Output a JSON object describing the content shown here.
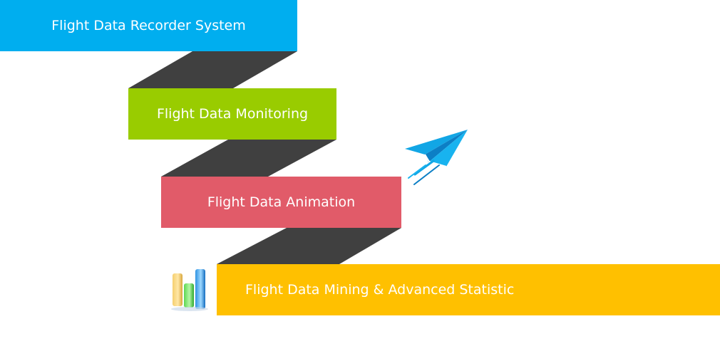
{
  "diagram": {
    "steps": [
      {
        "label": "Flight Data Recorder System",
        "color": "#00AEEF"
      },
      {
        "label": "Flight Data Monitoring",
        "color": "#99CC00"
      },
      {
        "label": "Flight Data Animation",
        "color": "#E15B69"
      },
      {
        "label": "Flight Data Mining & Advanced Statistic",
        "color": "#FFC000"
      }
    ],
    "connector_color": "#404040",
    "icons": [
      "paper-plane-icon",
      "bar-chart-icon"
    ]
  }
}
